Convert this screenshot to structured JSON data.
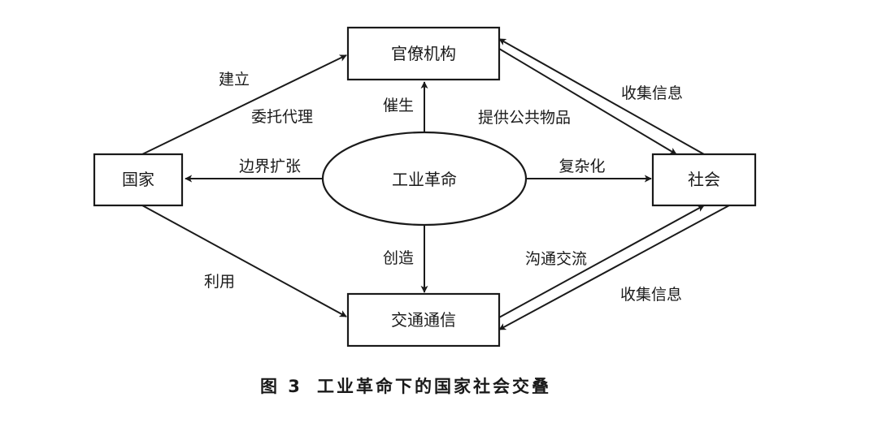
{
  "nodes": {
    "bureaucracy": "官僚机构",
    "state": "国家",
    "industrial_revolution": "工业革命",
    "society": "社会",
    "communication": "交通通信"
  },
  "edges": {
    "establish": "建立",
    "delegate_agency": "委托代理",
    "give_rise": "催生",
    "provide_public_goods": "提供公共物品",
    "collect_info_top": "收集信息",
    "border_expansion": "边界扩张",
    "complexify": "复杂化",
    "create": "创造",
    "utilize": "利用",
    "communicate": "沟通交流",
    "collect_info_bottom": "收集信息"
  },
  "caption": {
    "figure_no": "图 3",
    "title": "工业革命下的国家社会交叠"
  },
  "colors": {
    "line": "#1a1a1a",
    "background": "#ffffff"
  }
}
